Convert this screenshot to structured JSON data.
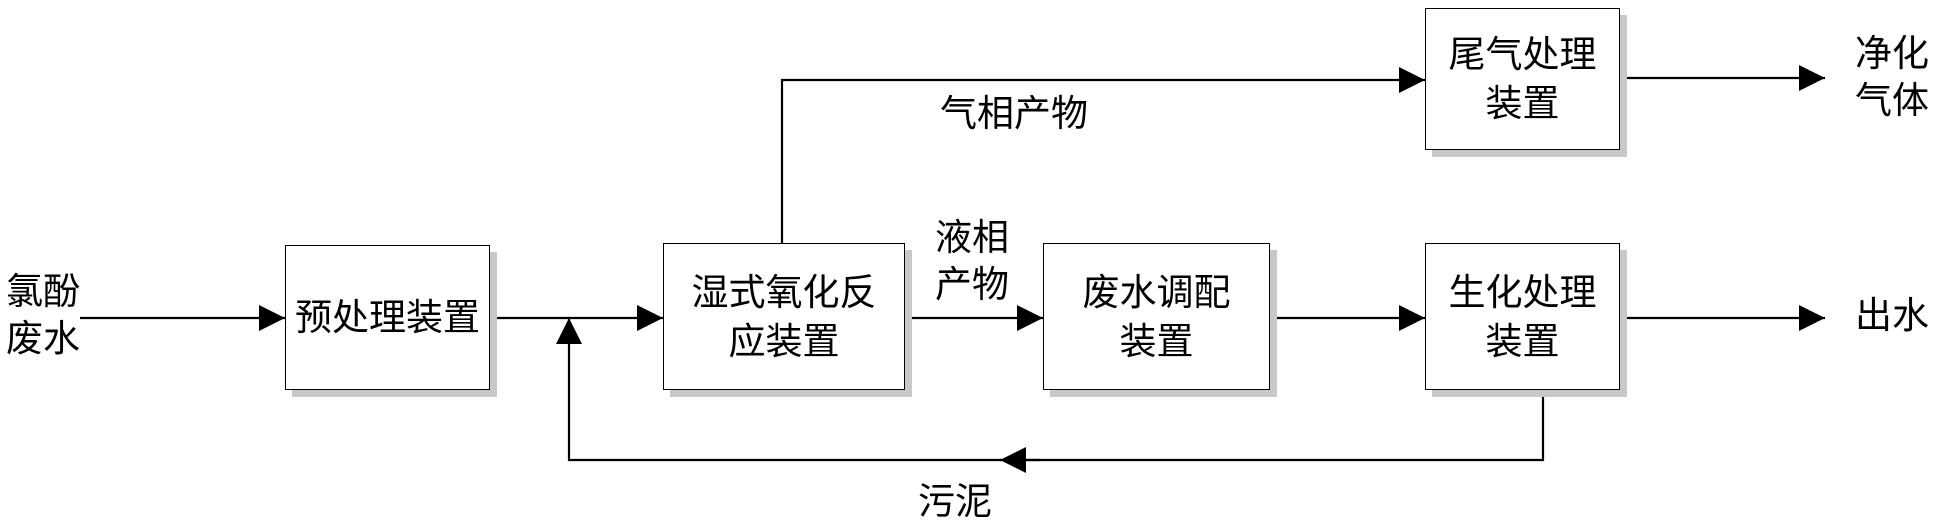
{
  "nodes": {
    "pretreatment": "预处理装置",
    "wet_oxidation": "湿式氧化反\n应装置",
    "wastewater_adjust": "废水调配\n装置",
    "biochemical": "生化处理\n装置",
    "tail_gas": "尾气处理\n装置"
  },
  "labels": {
    "input": "氯酚\n废水",
    "gas_product": "气相产物",
    "liquid_product": "液相\n产物",
    "clean_gas": "净化\n气体",
    "effluent": "出水",
    "sludge": "污泥"
  },
  "colors": {
    "line": "#000000",
    "box_shadow": "#c8c8c8"
  }
}
